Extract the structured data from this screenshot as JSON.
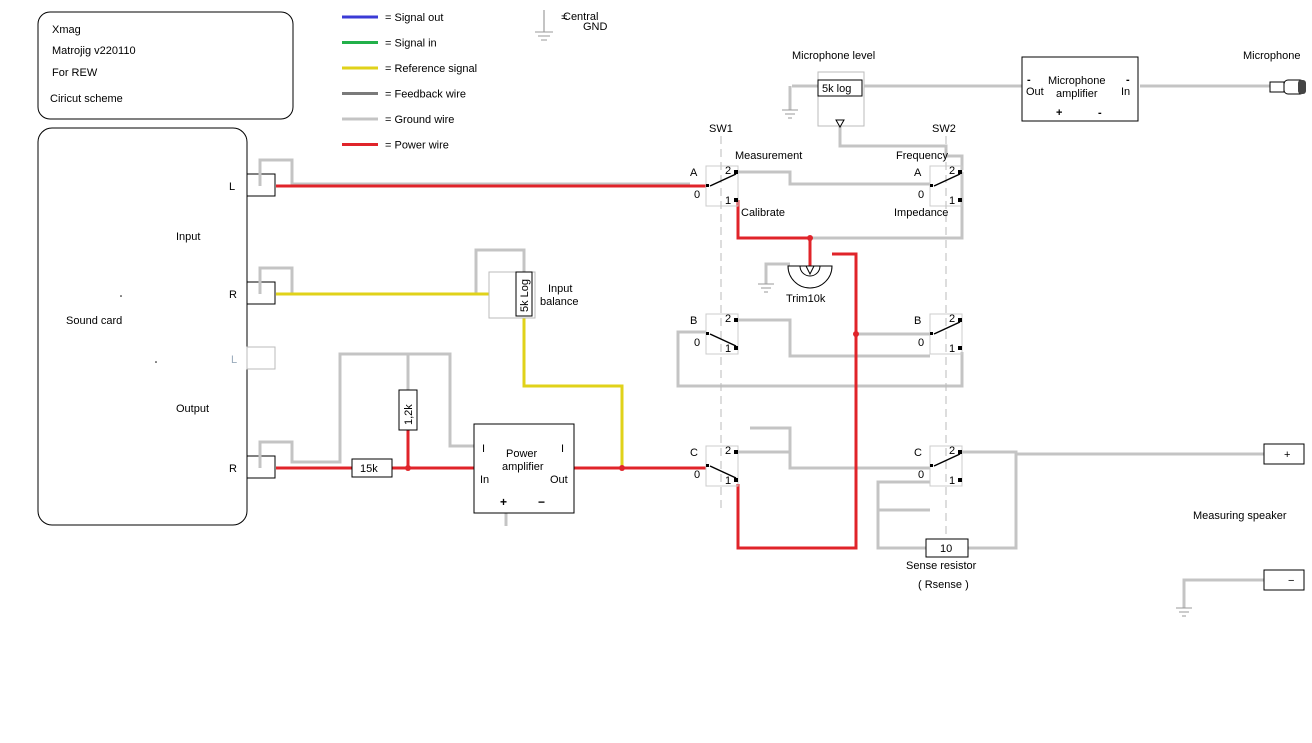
{
  "info_box": {
    "line1": "Xmag",
    "line2": "Matrojig v220110",
    "line3": "For REW",
    "line4": "Ciricut scheme"
  },
  "legend": [
    {
      "label": "= Signal out",
      "color": "#3b3bd6"
    },
    {
      "label": "= Signal in",
      "color": "#22b04a"
    },
    {
      "label": "= Reference signal",
      "color": "#e0d21a"
    },
    {
      "label": "= Feedback wire",
      "color": "#7a7a7a"
    },
    {
      "label": "= Ground wire",
      "color": "#c4c4c4"
    },
    {
      "label": "= Power wire",
      "color": "#e0242a"
    }
  ],
  "central_gnd": {
    "line1": "Central",
    "line2": "GND"
  },
  "sound_card": {
    "title": "Sound card",
    "input_label": "Input",
    "output_label": "Output",
    "port_in_l": "L",
    "port_in_r": "R",
    "port_out_l": "L",
    "port_out_r": "R"
  },
  "input_balance": {
    "pot": "5k Log",
    "label1": "Input",
    "label2": "balance"
  },
  "power_amp": {
    "line1": "Power",
    "line2": "amplifier",
    "in": "In",
    "out": "Out",
    "plus": "+",
    "minus": "−"
  },
  "resistors": {
    "r1": "15k",
    "r2": "1,2k"
  },
  "sw1": {
    "title": "SW1",
    "measurement": "Measurement",
    "calibrate": "Calibrate"
  },
  "sw2": {
    "title": "SW2",
    "frequency": "Frequency",
    "impedance": "Impedance"
  },
  "switch_labels": {
    "a": "A",
    "b": "B",
    "c": "C",
    "pos0": "0",
    "pos1": "1",
    "pos2": "2"
  },
  "trim": {
    "label": "Trim10k"
  },
  "mic_level": {
    "title": "Microphone level",
    "pot": "5k log"
  },
  "mic_amp": {
    "line1": "Microphone",
    "line2": "amplifier",
    "out": "Out",
    "in": "In",
    "minus": "-",
    "plus": "+",
    "minus2": "-"
  },
  "microphone": {
    "label": "Microphone"
  },
  "sense_resistor": {
    "value": "10",
    "label1": "Sense resistor",
    "label2": "( Rsense )"
  },
  "speaker": {
    "label": "Measuring speaker",
    "plus": "+",
    "minus": "−"
  }
}
